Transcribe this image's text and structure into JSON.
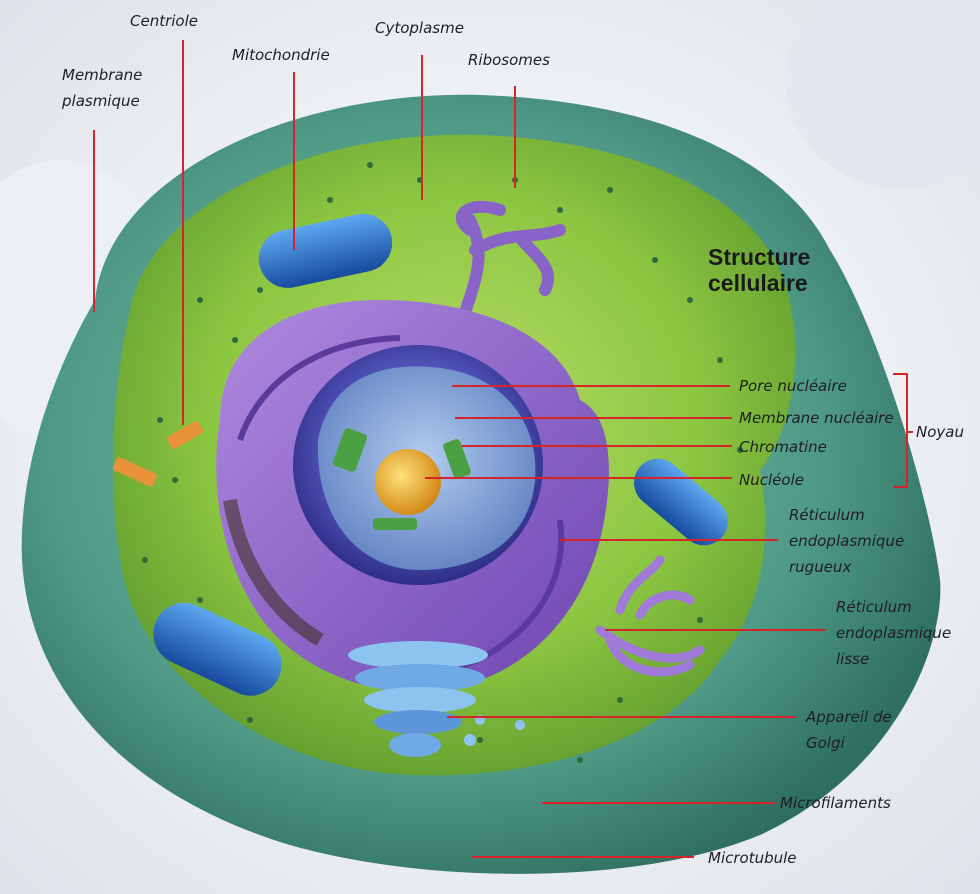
{
  "diagram": {
    "title_line1": "Structure",
    "title_line2": "cellulaire",
    "colors": {
      "membrane": "#4f9a86",
      "cytoplasm": "#8cc641",
      "nucleus": "#4e4fb5",
      "endoplasmic_reticulum": "#8a63c8",
      "mitochondria": "#1e63c6",
      "centriole": "#e9923a",
      "golgi": "#6fa9e6",
      "nucleolus": "#e6a82a",
      "leader": "#d6242b"
    },
    "labels": {
      "centriole": "Centriole",
      "mitochondrie": "Mitochondrie",
      "cytoplasme": "Cytoplasme",
      "ribosomes": "Ribosomes",
      "membrane_plasmique_1": "Membrane",
      "membrane_plasmique_2": "plasmique",
      "pore_nucleaire": "Pore nucléaire",
      "membrane_nucleaire": "Membrane nucléaire",
      "chromatine": "Chromatine",
      "nucleole": "Nucléole",
      "noyau": "Noyau",
      "rer_1": "Réticulum",
      "rer_2": "endoplasmique",
      "rer_3": "rugueux",
      "rel_1": "Réticulum",
      "rel_2": "endoplasmique",
      "rel_3": "lisse",
      "golgi_1": "Appareil de",
      "golgi_2": "Golgi",
      "microfilaments": "Microfilaments",
      "microtubule": "Microtubule"
    }
  }
}
